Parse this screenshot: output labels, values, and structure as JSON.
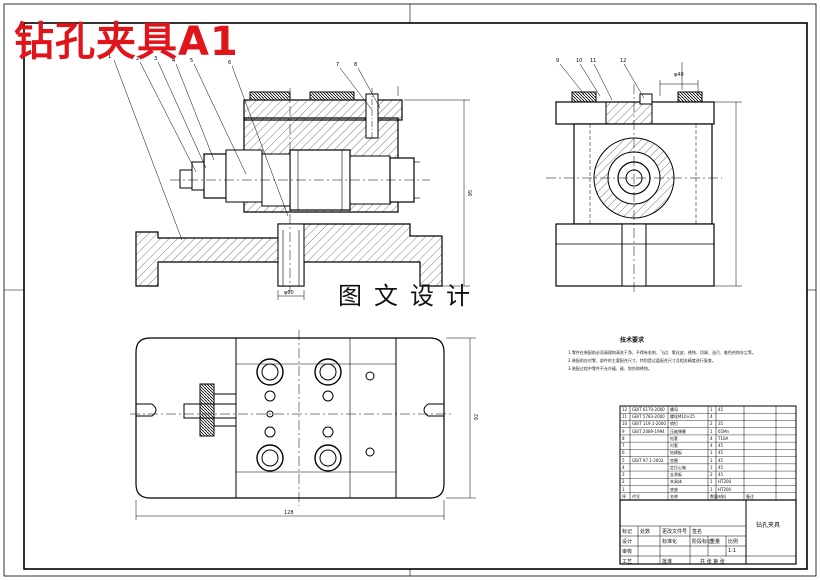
{
  "overlay_title": "钻孔夹具A1",
  "watermark": "图文设计",
  "technical_requirements": {
    "title": "技术要求",
    "notes": [
      "1.零件在装配前必须清理和清洗干净，不得有毛刺、飞边、氧化皮、锈蚀、切屑、油污、着色剂和灰尘等。",
      "2.装配前应对零、部件的主要配合尺寸，特别是过盈配合尺寸及相关精度进行复查。",
      "3.装配过程中零件不允许磕、碰、划伤和锈蚀。"
    ]
  },
  "parts_list": {
    "header": [
      "序",
      "代号",
      "名称",
      "数量",
      "材料",
      "备注"
    ],
    "rows": [
      [
        "12",
        "GB/T 6170-2000",
        "螺母",
        "1",
        "45",
        ""
      ],
      [
        "11",
        "GB/T 5783-2000",
        "螺栓M10×25",
        "4",
        "",
        ""
      ],
      [
        "10",
        "GB/T 119.1-2000",
        "销钉",
        "2",
        "35",
        ""
      ],
      [
        "9",
        "GB/T 2089-1994",
        "压缩弹簧",
        "1",
        "65Mn",
        ""
      ],
      [
        "8",
        "",
        "钻套",
        "4",
        "T10A",
        ""
      ],
      [
        "7",
        "",
        "衬套",
        "4",
        "45",
        ""
      ],
      [
        "6",
        "",
        "钻模板",
        "1",
        "45",
        ""
      ],
      [
        "5",
        "GB/T 97.1-2002",
        "垫圈",
        "1",
        "45",
        ""
      ],
      [
        "4",
        "",
        "定位心轴",
        "1",
        "45",
        ""
      ],
      [
        "3",
        "",
        "支承板",
        "2",
        "45",
        ""
      ],
      [
        "2",
        "",
        "夹具体",
        "1",
        "HT200",
        ""
      ],
      [
        "1",
        "",
        "底座",
        "1",
        "HT200",
        ""
      ]
    ]
  },
  "title_block": {
    "drawing_name": "钻孔夹具",
    "labels": [
      "标记",
      "处数",
      "分区",
      "更改文件号",
      "签名",
      "年月日",
      "设计",
      "标准化",
      "阶段标记",
      "重量",
      "比例",
      "审核",
      "工艺",
      "批准",
      "共 张 第 张"
    ],
    "scale": "1:1"
  },
  "dimensions": {
    "top_width": "φ60",
    "side_height": "95",
    "plan_width": "128",
    "plan_height": "92",
    "right_width": "φ40"
  }
}
